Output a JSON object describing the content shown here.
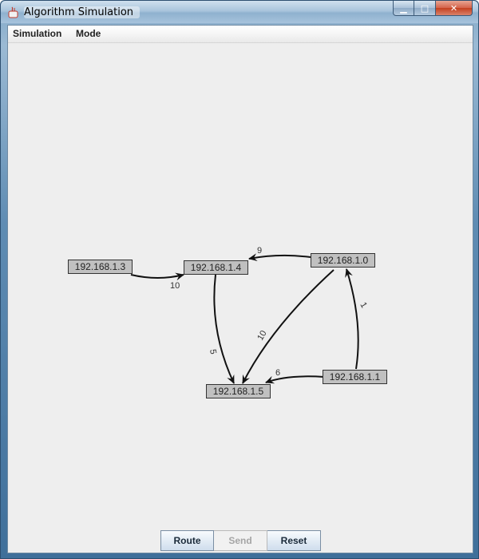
{
  "window": {
    "title": "Algorithm Simulation",
    "minimize_glyph": "▁",
    "maximize_glyph": "□",
    "close_glyph": "✕"
  },
  "menu": {
    "items": [
      "Simulation",
      "Mode"
    ]
  },
  "graph": {
    "nodes": {
      "n0": "192.168.1.0",
      "n1": "192.168.1.1",
      "n3": "192.168.1.3",
      "n4": "192.168.1.4",
      "n5": "192.168.1.5"
    },
    "edges": [
      {
        "from": "192.168.1.3",
        "to": "192.168.1.4",
        "weight": "10"
      },
      {
        "from": "192.168.1.0",
        "to": "192.168.1.4",
        "weight": "9"
      },
      {
        "from": "192.168.1.4",
        "to": "192.168.1.5",
        "weight": "5"
      },
      {
        "from": "192.168.1.0",
        "to": "192.168.1.5",
        "weight": "10"
      },
      {
        "from": "192.168.1.1",
        "to": "192.168.1.5",
        "weight": "6"
      },
      {
        "from": "192.168.1.1",
        "to": "192.168.1.0",
        "weight": "1"
      }
    ]
  },
  "buttons": {
    "route": "Route",
    "send": "Send",
    "reset": "Reset"
  },
  "colors": {
    "node_fill": "#c0c0c0",
    "canvas_bg": "#eeeeee",
    "edge": "#111111"
  }
}
